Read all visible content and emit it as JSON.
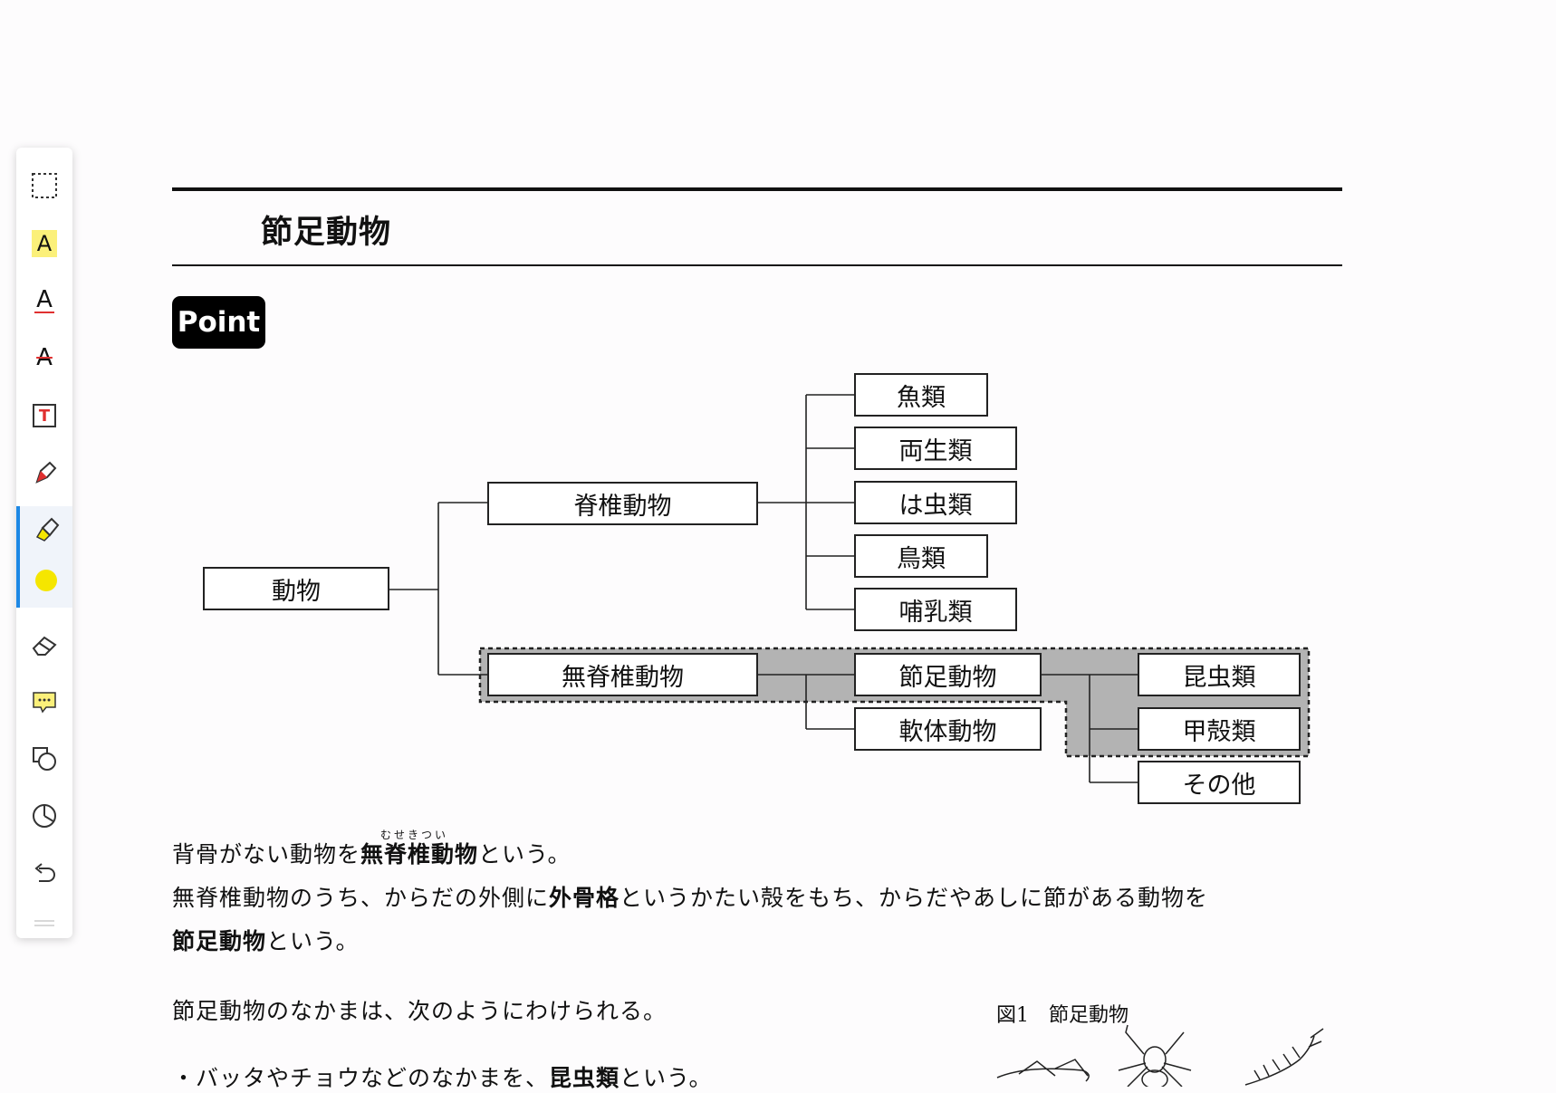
{
  "toolbar": {
    "tools": [
      {
        "name": "rectangle-select",
        "icon": "dashed-rectangle-icon"
      },
      {
        "name": "text-highlight",
        "icon": "highlight-a-icon"
      },
      {
        "name": "text-underline",
        "icon": "underline-a-icon"
      },
      {
        "name": "text-strikethrough",
        "icon": "strikethrough-a-icon"
      },
      {
        "name": "text-box",
        "icon": "text-box-icon"
      },
      {
        "name": "pen",
        "icon": "pen-icon"
      },
      {
        "name": "highlighter",
        "icon": "highlighter-icon",
        "active": true
      },
      {
        "name": "color",
        "icon": "color-dot-icon",
        "color": "#f5e600"
      },
      {
        "name": "eraser",
        "icon": "eraser-icon"
      },
      {
        "name": "comment",
        "icon": "comment-icon"
      },
      {
        "name": "shapes",
        "icon": "shapes-icon"
      },
      {
        "name": "timer",
        "icon": "pie-icon"
      },
      {
        "name": "undo",
        "icon": "undo-icon"
      }
    ],
    "tool_glyphs": {
      "highlight": "A",
      "underline": "A",
      "strike": "A",
      "textbox": "T"
    }
  },
  "page": {
    "title": "節足動物",
    "badge": "Point"
  },
  "diagram": {
    "root": "動物",
    "vertebrates": "脊椎動物",
    "vertebrate_classes": [
      "魚類",
      "両生類",
      "は虫類",
      "鳥類",
      "哺乳類"
    ],
    "invertebrates": "無脊椎動物",
    "arthropods": "節足動物",
    "mollusks": "軟体動物",
    "arthropod_classes": [
      "昆虫類",
      "甲殻類",
      "その他"
    ],
    "highlight_color": "#b3b3b3"
  },
  "text": {
    "ruby": "むせきつい",
    "p1": {
      "pre": "背骨がない動物を",
      "bold": "無脊椎動物",
      "post": "という。"
    },
    "p2": {
      "pre": "無脊椎動物のうち、からだの外側に",
      "bold": "外骨格",
      "post": "というかたい殻をもち、からだやあしに節がある動物を"
    },
    "p3": {
      "bold": "節足動物",
      "post": "という。"
    },
    "p4": "節足動物のなかまは、次のようにわけられる。",
    "p5": {
      "pre": "・バッタやチョウなどのなかまを、",
      "bold": "昆虫類",
      "post": "という。"
    },
    "fig_caption": "図1　節足動物"
  }
}
